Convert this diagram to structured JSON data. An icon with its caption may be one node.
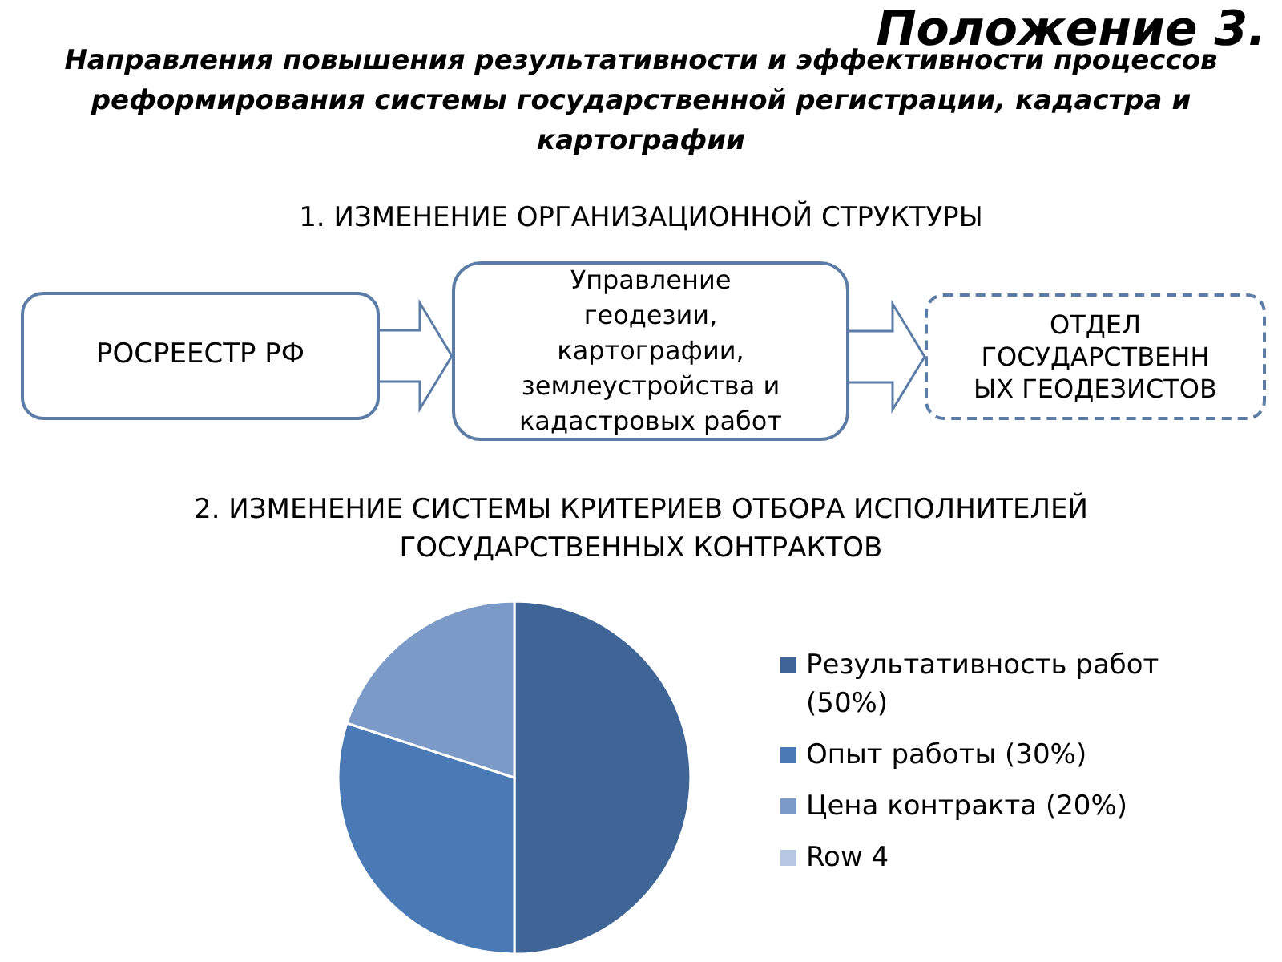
{
  "diagram": {
    "title": "Положение 3.",
    "nodes": [
      {
        "text": [
          "РОСРЕЕСТР РФ"
        ]
      },
      {
        "text": [
          "Управление геодезии, картографии, землеустройства и кадастровых работ"
        ]
      },
      {
        "text": [
          "ОТДЕЛ ГОСУДАРСТВЕНН ЫХ ГЕОДЕЗИСТОВ"
        ]
      }
    ],
    "edges": [
      {
        "from": 0,
        "to": 1,
        "arrow": "to"
      },
      {
        "from": 1,
        "to": 2,
        "arrow": "to"
      }
    ],
    "labels": [
      "Направления повышения результативности и эффективности процессов реформирования системы государственной регистрации, кадастра и картографии",
      "1. ИЗМЕНЕНИЕ ОРГАНИЗАЦИОННОЙ СТРУКТУРЫ",
      "2. ИЗМЕНЕНИЕ СИСТЕМЫ КРИТЕРИЕВ ОТБОРА ИСПОЛНИТЕЛЕЙ ГОСУДАРСТВЕННЫХ КОНТРАКТОВ"
    ],
    "legend": [
      {
        "text": "Результативность работ (50%)",
        "color": "#3f6496"
      },
      {
        "text": "Опыт работы (30%)",
        "color": "#4a7ab5"
      },
      {
        "text": "Цена контракта (20%)",
        "color": "#7c9ac8"
      },
      {
        "text": "Row 4",
        "color": "#b8c8e2"
      }
    ],
    "chart_data": {
      "type": "pie",
      "values": [
        50,
        30,
        20,
        0
      ]
    }
  }
}
